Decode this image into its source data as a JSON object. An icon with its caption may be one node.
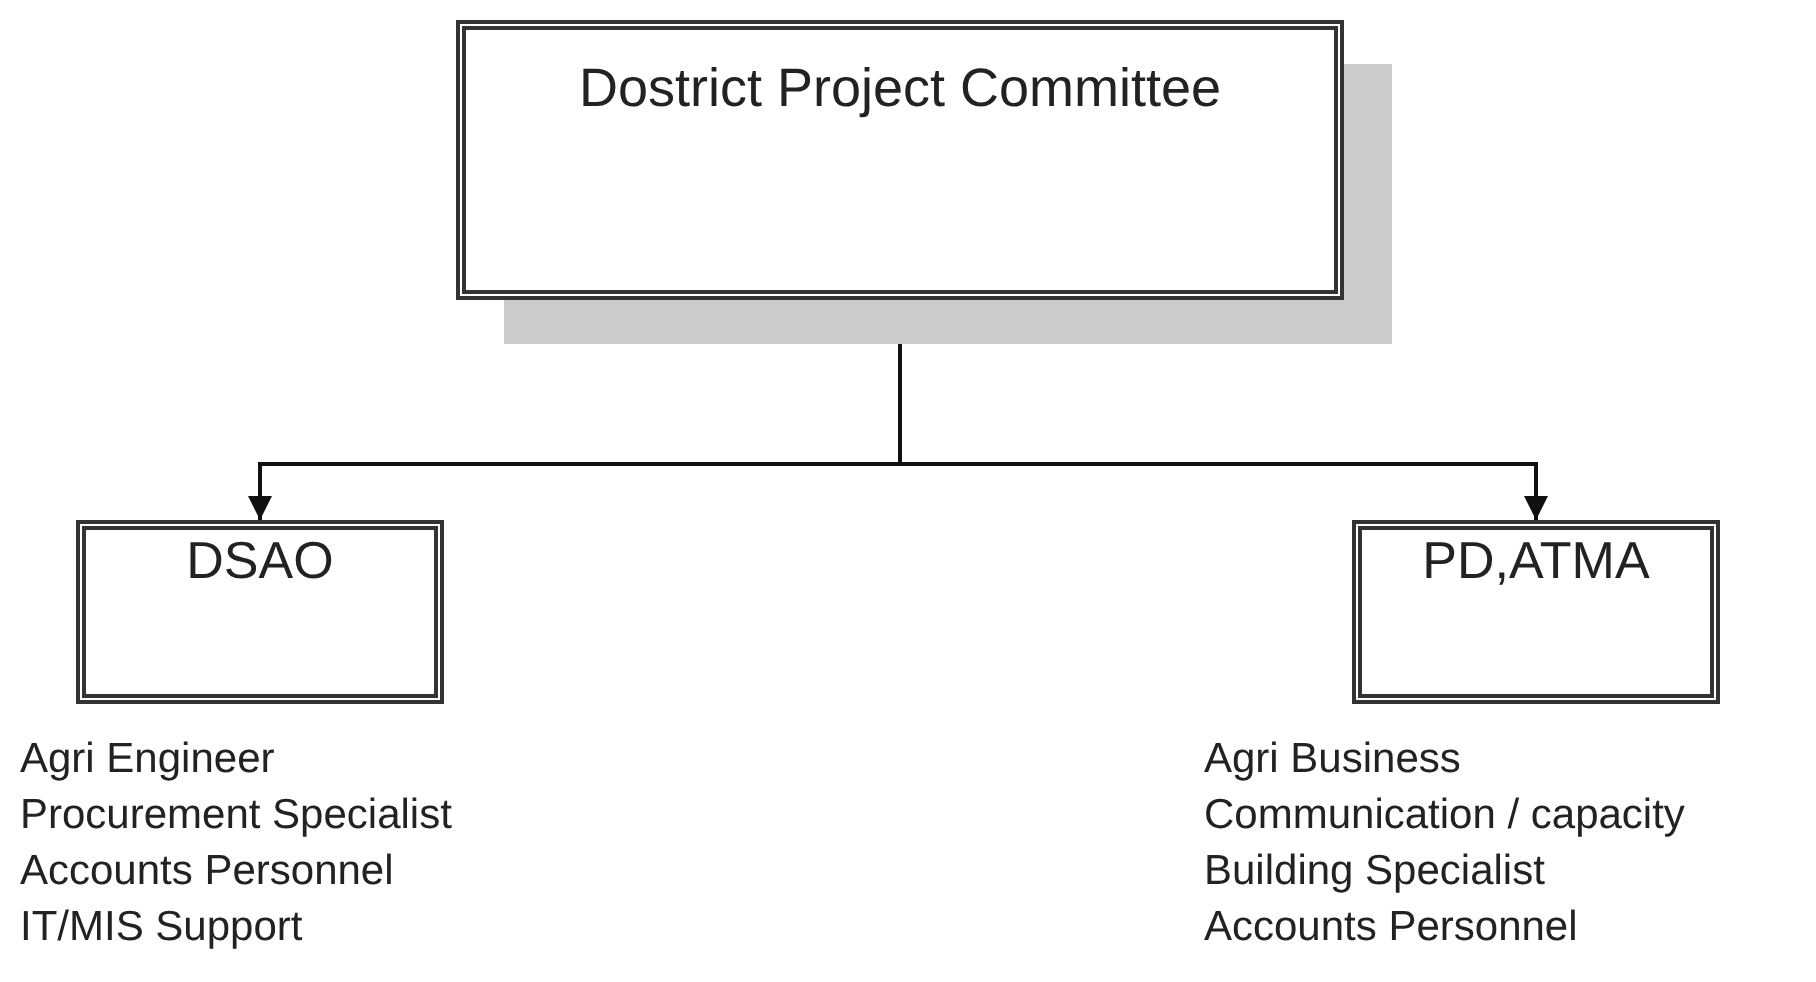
{
  "diagram": {
    "nodes": [
      {
        "text": [
          "Dostrict Project Committee"
        ]
      },
      {
        "text": [
          "DSAO"
        ],
        "beside": [
          "Agri Engineer",
          "Procurement Specialist",
          "Accounts Personnel",
          "IT/MIS Support"
        ]
      },
      {
        "text": [
          "PD,ATMA"
        ],
        "beside": [
          "Agri Business",
          "Communication / capacity",
          "Building Specialist",
          "Accounts Personnel"
        ]
      }
    ],
    "edges": [
      {
        "from": 0,
        "to": 1,
        "arrow": "to"
      },
      {
        "from": 0,
        "to": 2,
        "arrow": "to"
      }
    ]
  }
}
